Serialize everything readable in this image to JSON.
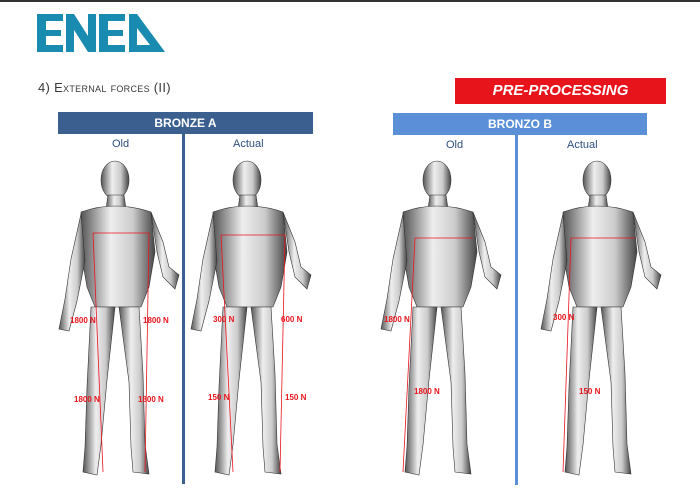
{
  "logo": {
    "text": "ENEA",
    "color": "#1a8bb0"
  },
  "title": "4) External forces (II)",
  "badge": "PRE-PROCESSING",
  "groups": [
    {
      "name": "BRONZE A",
      "columns": [
        "Old",
        "Actual"
      ],
      "old_forces": [
        "1800 N",
        "1800 N",
        "1800 N",
        "1800 N"
      ],
      "actual_forces": [
        "300 N",
        "600 N",
        "150 N",
        "150 N"
      ]
    },
    {
      "name": "BRONZO B",
      "columns": [
        "Old",
        "Actual"
      ],
      "old_forces": [
        "1800 N",
        "1800 N"
      ],
      "actual_forces": [
        "300 N",
        "150 N"
      ]
    }
  ],
  "colors": {
    "badge": "#e8141c",
    "bronze_a": "#3b5f8e",
    "bronzo_b": "#5b8fd8",
    "force": "#e8141c"
  }
}
